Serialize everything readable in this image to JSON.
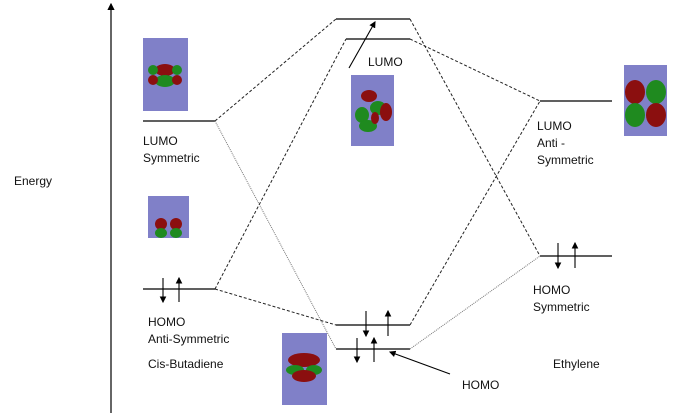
{
  "axis": {
    "label": "Energy"
  },
  "butadiene": {
    "name": "Cis-Butadiene",
    "lumo": {
      "line1": "LUMO",
      "line2": "Symmetric"
    },
    "homo": {
      "line1": "HOMO",
      "line2": "Anti-Symmetric"
    }
  },
  "ethylene": {
    "name": "Ethylene",
    "lumo": {
      "line1": "LUMO",
      "line2": "Anti -",
      "line3": "Symmetric"
    },
    "homo": {
      "line1": "HOMO",
      "line2": "Symmetric"
    }
  },
  "product": {
    "lumo_label": "LUMO",
    "homo_label": "HOMO"
  },
  "colors": {
    "orbital_bg": "#8080c8",
    "lobe_red": "#8b0f0f",
    "lobe_green": "#1f8a1f"
  }
}
